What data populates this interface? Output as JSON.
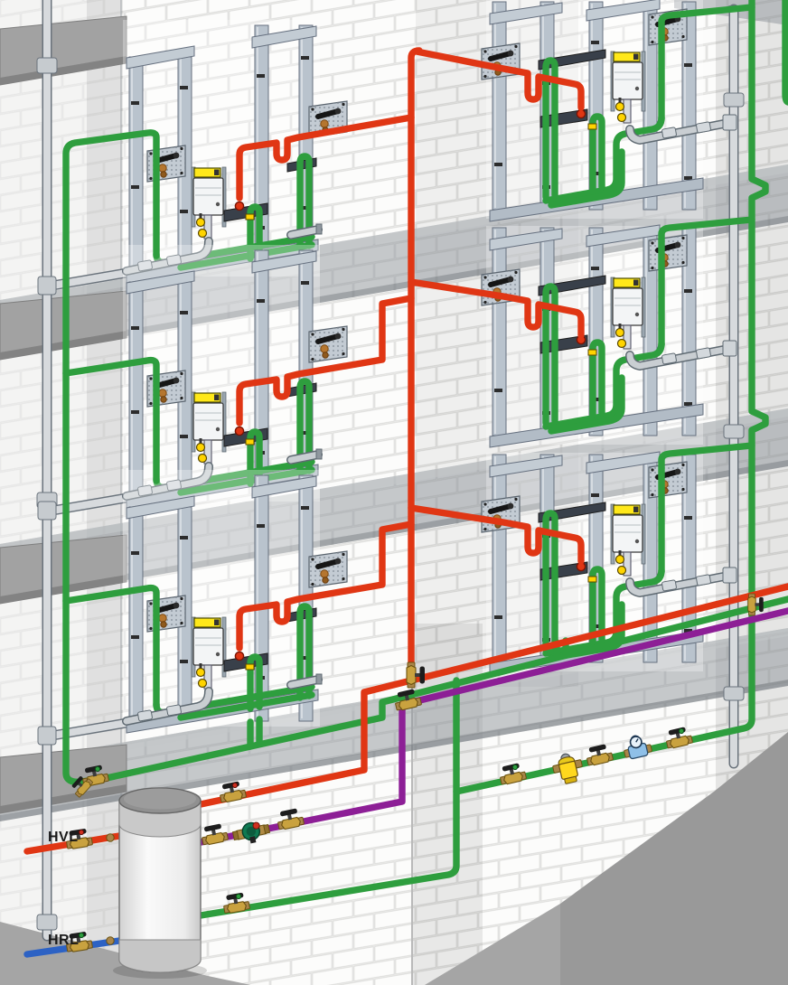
{
  "title": "Pre-wall sanitary installation schematic, 3 storeys with hot-water storage and circulation",
  "labels": {
    "hvl": "HVL",
    "hrl": "HRL"
  },
  "colors": {
    "cold_water_pipe": "#2e9e3e",
    "hot_water_pipe": "#e03614",
    "circulation_pipe": "#8d1f96",
    "heating_return_pipe": "#2d62c4",
    "pipe_outline": "#333333",
    "drain_pipe": "#c9ced2",
    "frame_steel": "#b9c3cd",
    "cistern_yellow": "#ffe81a",
    "wall_brick": "#fbfbfb",
    "slab_concrete": "#8e9499",
    "floor": "#a5a5a5",
    "tank_body": "#f1f1f1"
  },
  "components": {
    "tank": "hot-water-storage-tank",
    "pump": "circulation-pump",
    "meter": "water-meter",
    "filter": "fine-filter",
    "valve": "shutoff-valve",
    "cistern": "concealed-cistern-module",
    "plate": "mounting-plate-with-sampling-tap",
    "stack_left": "drain-stack-left",
    "stack_right": "drain-stack-right",
    "riser_hot": "hot-water-riser",
    "riser_cold_left": "cold-water-riser-left",
    "riser_cold_right": "cold-water-riser-right"
  },
  "floors": 3,
  "bathroom_groups": 6
}
